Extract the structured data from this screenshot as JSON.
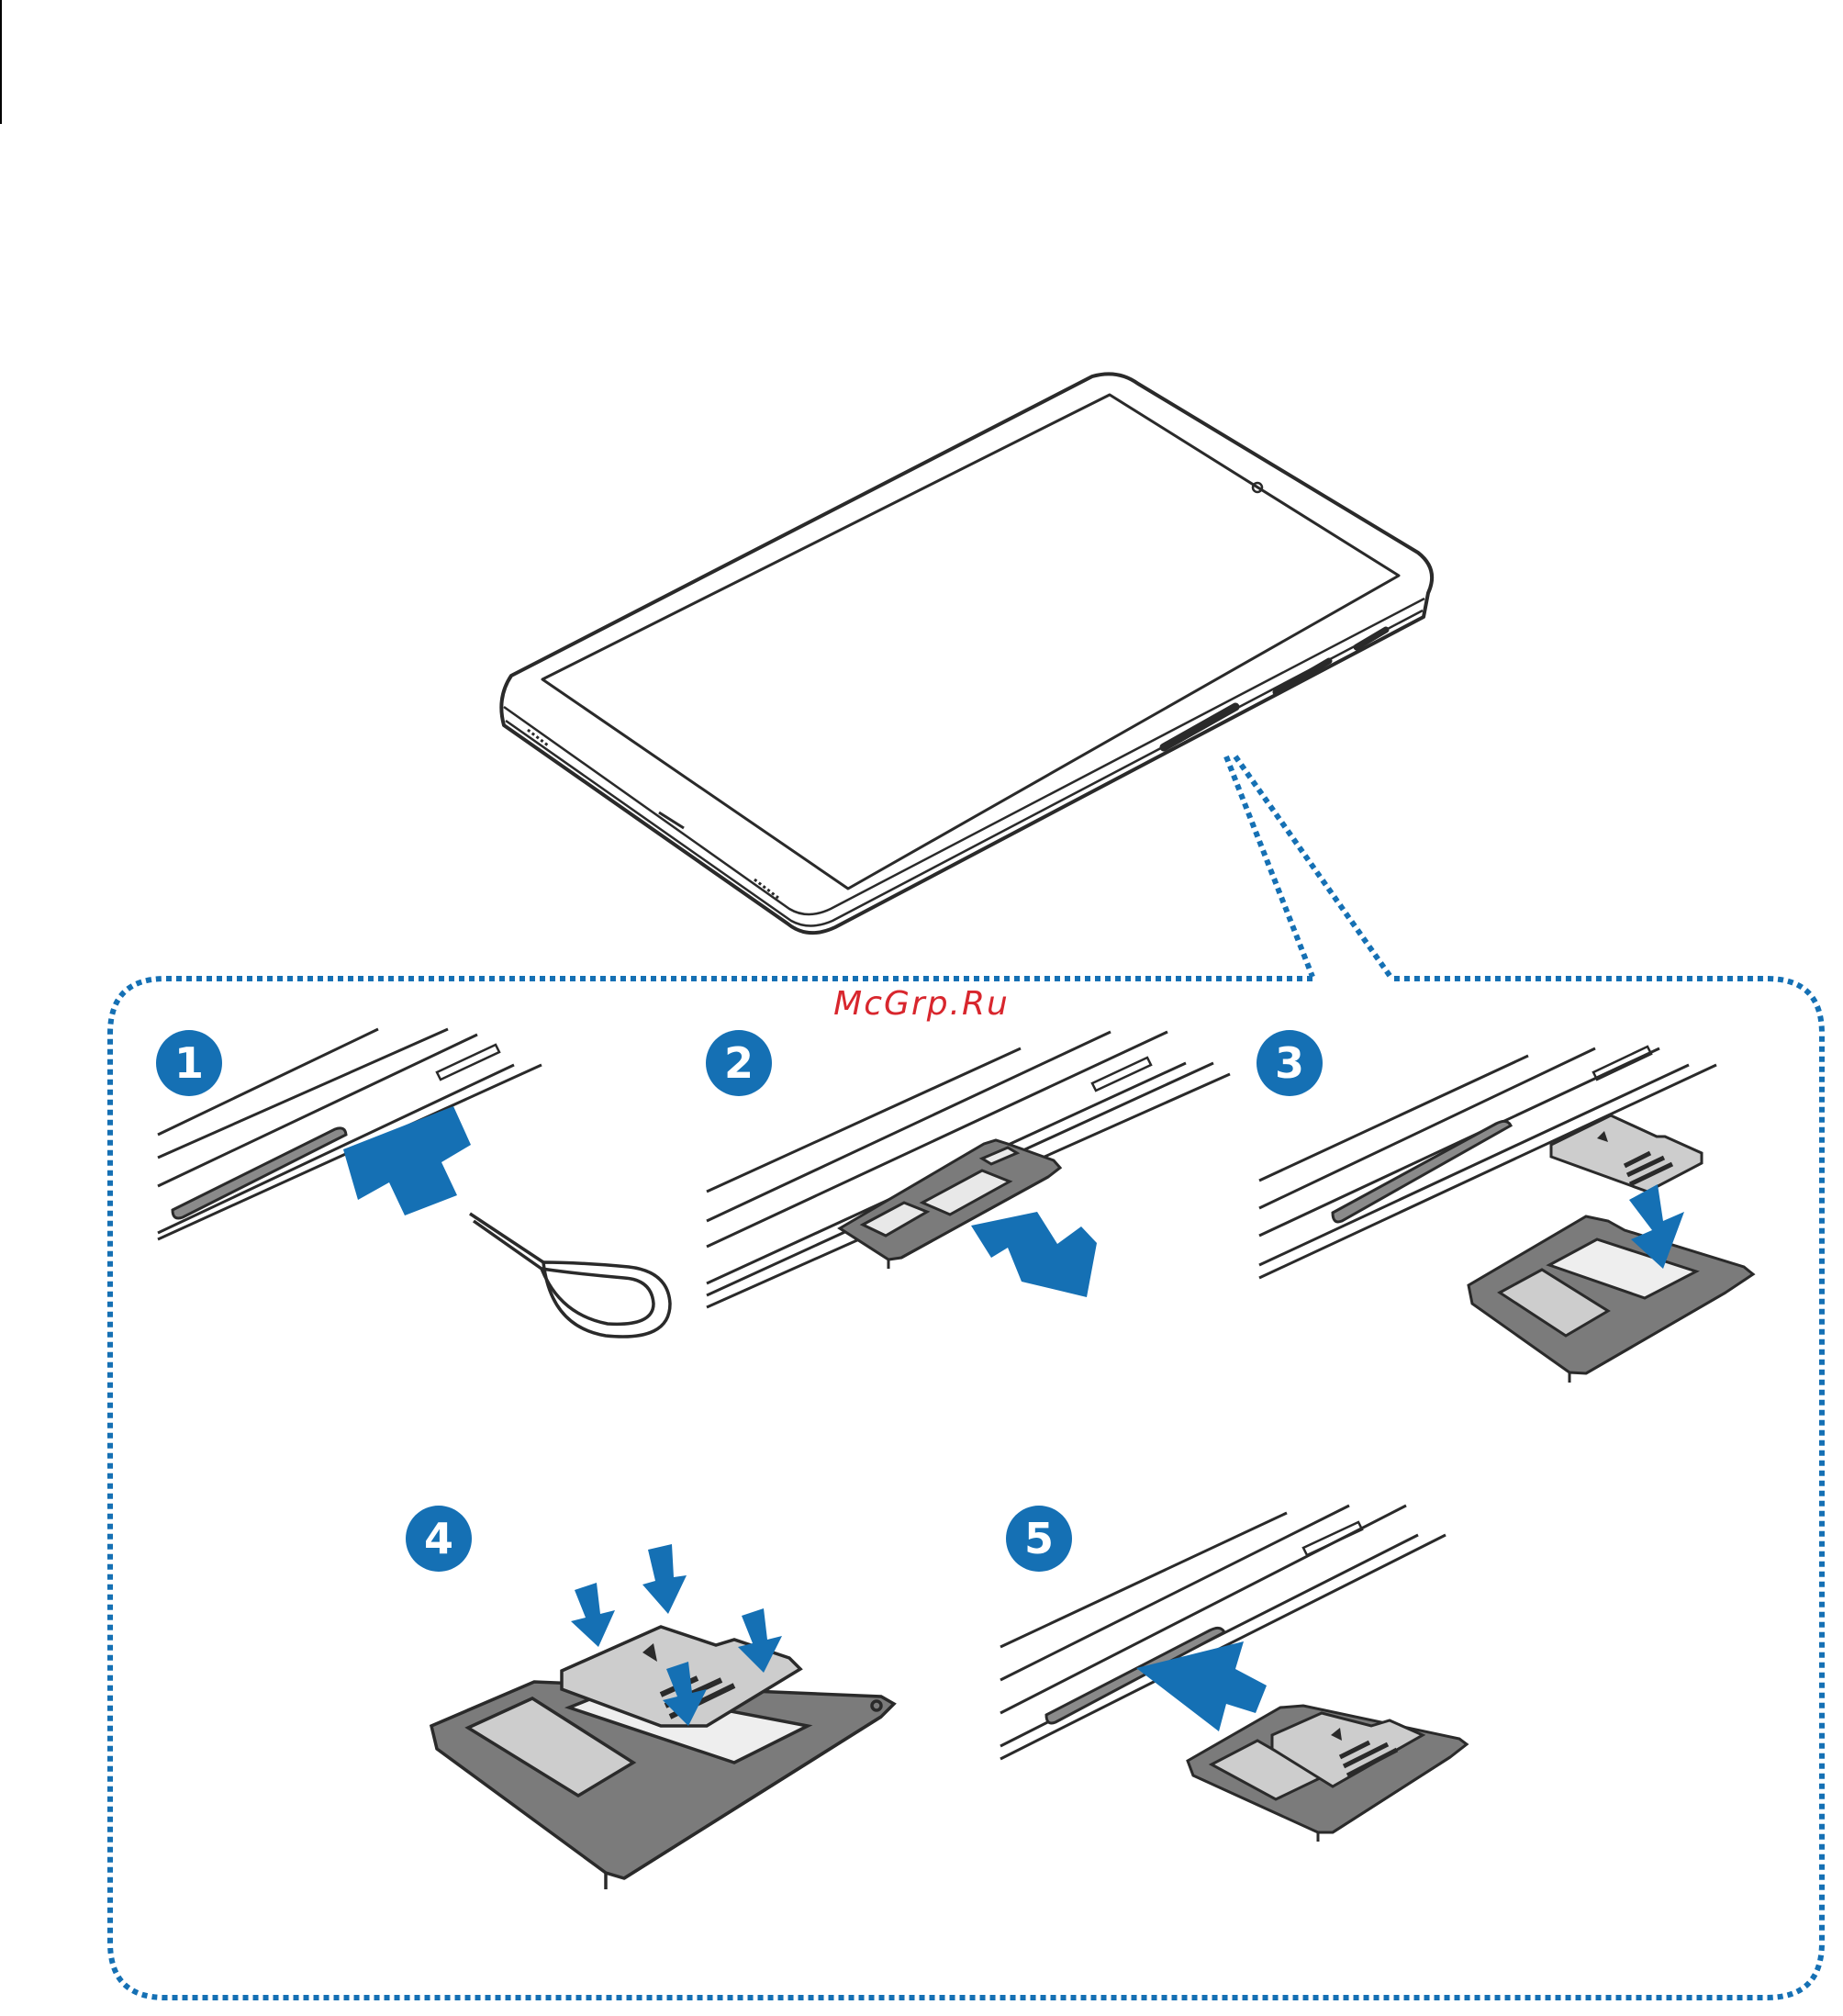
{
  "watermark": "McGrp.Ru",
  "steps": [
    {
      "number": "1"
    },
    {
      "number": "2"
    },
    {
      "number": "3"
    },
    {
      "number": "4"
    },
    {
      "number": "5"
    }
  ],
  "colors": {
    "accent_blue": "#1570b4",
    "outline": "#2a2a2a",
    "tray_gray": "#7b7b7b",
    "card_gray": "#cdcdcd",
    "watermark_red": "#d8262d"
  }
}
